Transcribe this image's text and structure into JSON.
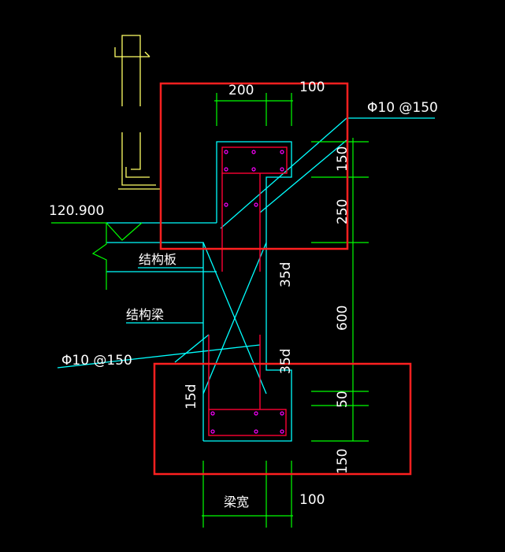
{
  "colors": {
    "background": "#000000",
    "dimension": "#00ff00",
    "section": "#00ffff",
    "rebar": "#ff0033",
    "marker": "#ffff66",
    "highlight": "#ff2020",
    "text": "#ffffff",
    "dot": "#ff00ff"
  },
  "dimensions": {
    "top_width": "200",
    "top_offset": "100",
    "bottom_width": "梁宽",
    "bottom_offset": "100",
    "right_150_top": "150",
    "right_250": "250",
    "right_600": "600",
    "right_50": "50",
    "right_150_bottom": "150"
  },
  "labels": {
    "elevation": "120.900",
    "slab": "结构板",
    "beam": "结构梁",
    "rebar_top": "Φ10 @150",
    "rebar_bottom": "Φ10 @150",
    "anchor_top": "35d",
    "anchor_bottom": "35d",
    "anchor_left": "15d"
  }
}
